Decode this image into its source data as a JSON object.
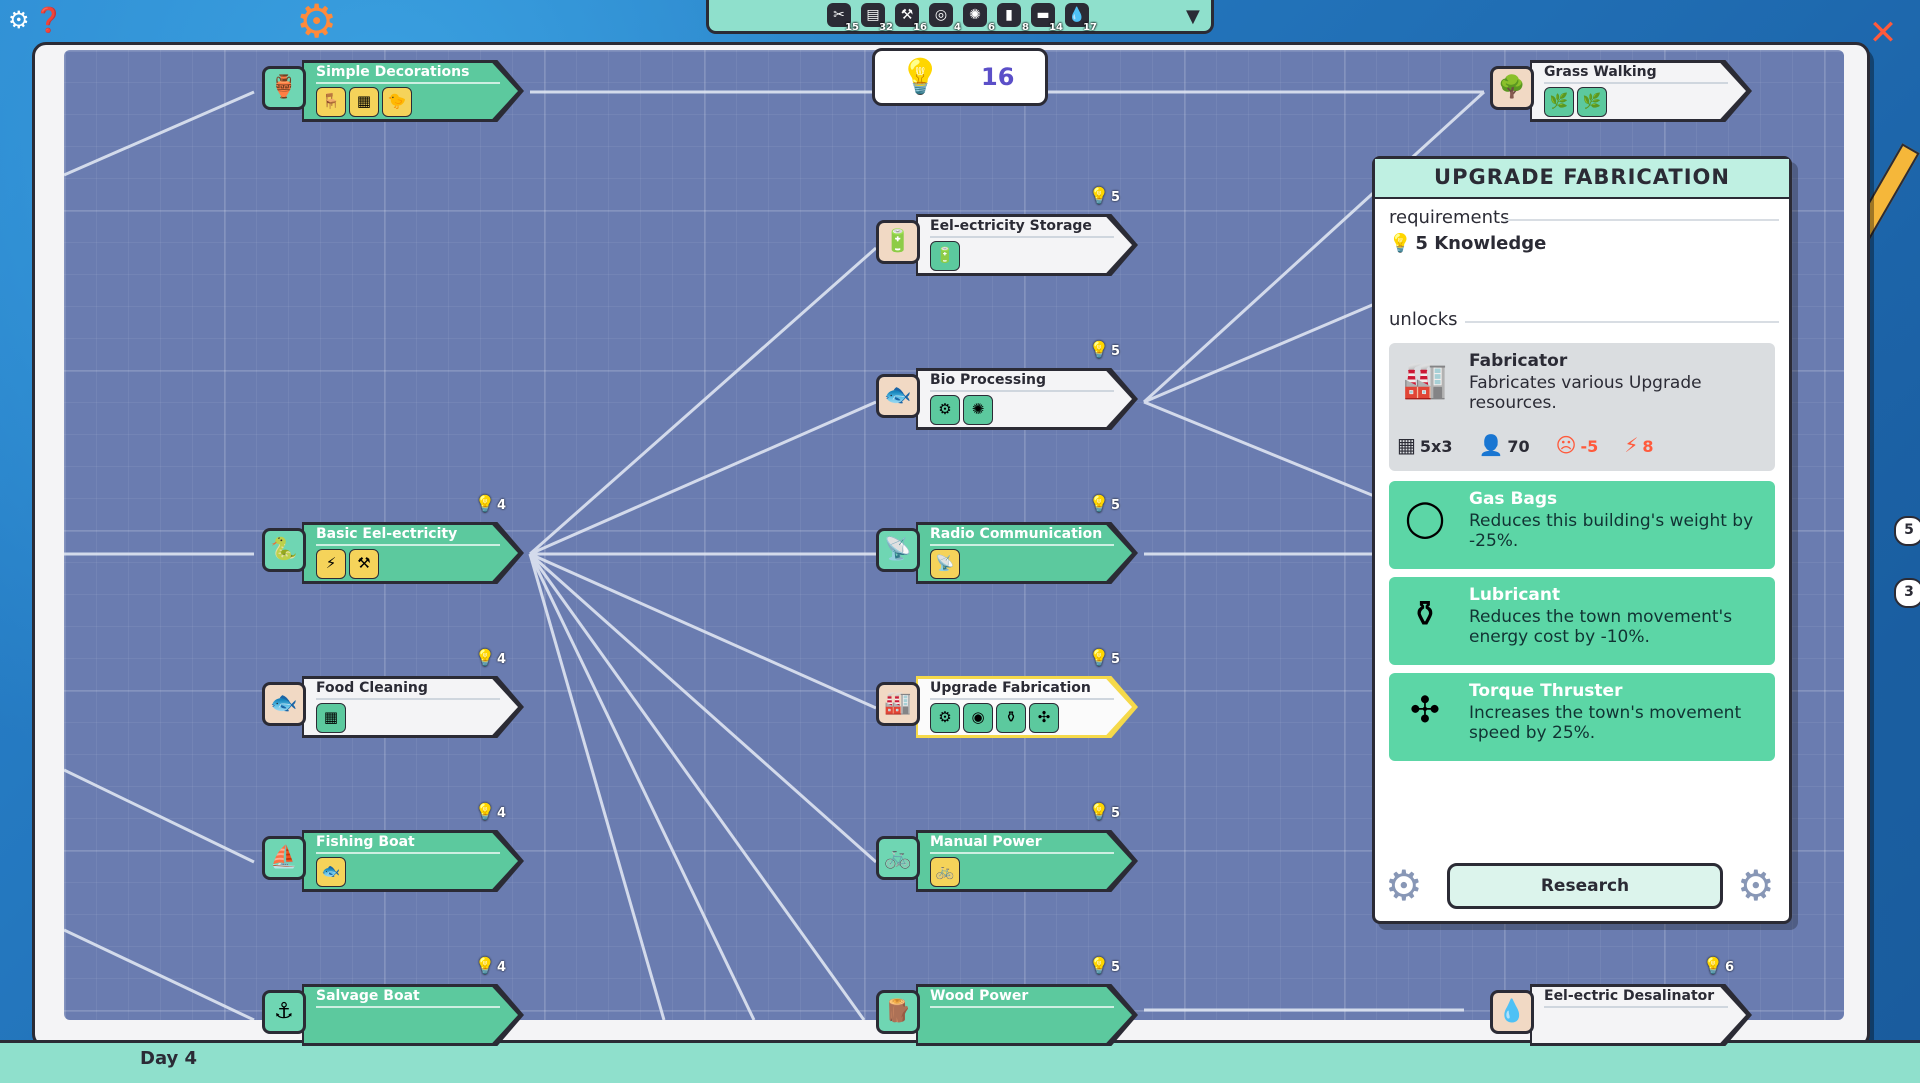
{
  "top_icons": {
    "settings": "gear-icon",
    "help": "help-icon"
  },
  "resources": [
    {
      "icon": "scissors-icon",
      "glyph": "✂",
      "count": "15"
    },
    {
      "icon": "supplies-icon",
      "glyph": "▤",
      "count": "32"
    },
    {
      "icon": "tools-icon",
      "glyph": "⚒",
      "count": "16"
    },
    {
      "icon": "rope-icon",
      "glyph": "◎",
      "count": "4"
    },
    {
      "icon": "coral-icon",
      "glyph": "✺",
      "count": "6"
    },
    {
      "icon": "battery-icon",
      "glyph": "▮",
      "count": "8"
    },
    {
      "icon": "lumber-icon",
      "glyph": "▬",
      "count": "14"
    },
    {
      "icon": "water-icon",
      "glyph": "💧",
      "count": "17"
    }
  ],
  "knowledge": {
    "value": "16"
  },
  "nodes": [
    {
      "id": "simple-decorations",
      "title": "Simple Decorations",
      "state": "done",
      "cost": "",
      "icon": "🏺",
      "chips": [
        "🪑",
        "▦",
        "🐤"
      ]
    },
    {
      "id": "basic-eel-ectricity",
      "title": "Basic Eel-ectricity",
      "state": "done",
      "cost": "4",
      "icon": "🐍",
      "chips": [
        "⚡",
        "⚒"
      ]
    },
    {
      "id": "food-cleaning",
      "title": "Food Cleaning",
      "state": "locked",
      "cost": "4",
      "icon": "🐟",
      "chips": [
        "▦"
      ]
    },
    {
      "id": "fishing-boat",
      "title": "Fishing Boat",
      "state": "done",
      "cost": "4",
      "icon": "⛵",
      "chips": [
        "🐟"
      ]
    },
    {
      "id": "salvage-boat",
      "title": "Salvage Boat",
      "state": "done",
      "cost": "4",
      "icon": "⚓",
      "chips": []
    },
    {
      "id": "eel-ectricity-storage",
      "title": "Eel-ectricity Storage",
      "state": "locked",
      "cost": "5",
      "icon": "🔋",
      "chips": [
        "🔋"
      ]
    },
    {
      "id": "bio-processing",
      "title": "Bio Processing",
      "state": "locked",
      "cost": "5",
      "icon": "🐟",
      "chips": [
        "⚙",
        "✺"
      ]
    },
    {
      "id": "radio-communication",
      "title": "Radio Communication",
      "state": "done",
      "cost": "5",
      "icon": "📡",
      "chips": [
        "📡"
      ]
    },
    {
      "id": "upgrade-fabrication",
      "title": "Upgrade Fabrication",
      "state": "selected",
      "cost": "5",
      "icon": "🏭",
      "chips": [
        "⚙",
        "◉",
        "⚱",
        "✣"
      ]
    },
    {
      "id": "manual-power",
      "title": "Manual Power",
      "state": "done",
      "cost": "5",
      "icon": "🚲",
      "chips": [
        "🚲"
      ]
    },
    {
      "id": "wood-power",
      "title": "Wood Power",
      "state": "done",
      "cost": "5",
      "icon": "🪵",
      "chips": []
    },
    {
      "id": "grass-walking",
      "title": "Grass Walking",
      "state": "locked",
      "cost": "",
      "icon": "🌳",
      "chips": [
        "🌿",
        "🌿"
      ]
    },
    {
      "id": "eel-ectric-desalinator",
      "title": "Eel-ectric Desalinator",
      "state": "locked",
      "cost": "6",
      "icon": "💧",
      "chips": []
    }
  ],
  "panel": {
    "title": "UPGRADE FABRICATION",
    "requirements_label": "requirements",
    "requirement": "5 Knowledge",
    "unlocks_label": "unlocks",
    "building": {
      "name": "Fabricator",
      "description": "Fabricates various Upgrade resources.",
      "icon": "fabricator-icon",
      "stats": {
        "size": "5x3",
        "workers": "70",
        "happiness": "-5",
        "power": "8"
      }
    },
    "upgrades": [
      {
        "name": "Gas Bags",
        "description": "Reduces this building's weight by -25%.",
        "icon": "gas-bag-icon",
        "glyph": "◯"
      },
      {
        "name": "Lubricant",
        "description": "Reduces the town movement's energy cost by -10%.",
        "icon": "oil-can-icon",
        "glyph": "⚱"
      },
      {
        "name": "Torque Thruster",
        "description": "Increases the town's movement speed by 25%.",
        "icon": "propeller-icon",
        "glyph": "✣"
      }
    ],
    "research_button": "Research"
  },
  "side_badges": [
    "5",
    "3"
  ],
  "bottom": {
    "day": "Day 4"
  },
  "colors": {
    "done": "#5cc99e",
    "selected_outline": "#f5d94a",
    "board": "#6a7cb0",
    "panel_head": "#bff0e2",
    "negative": "#ff5a3c"
  }
}
